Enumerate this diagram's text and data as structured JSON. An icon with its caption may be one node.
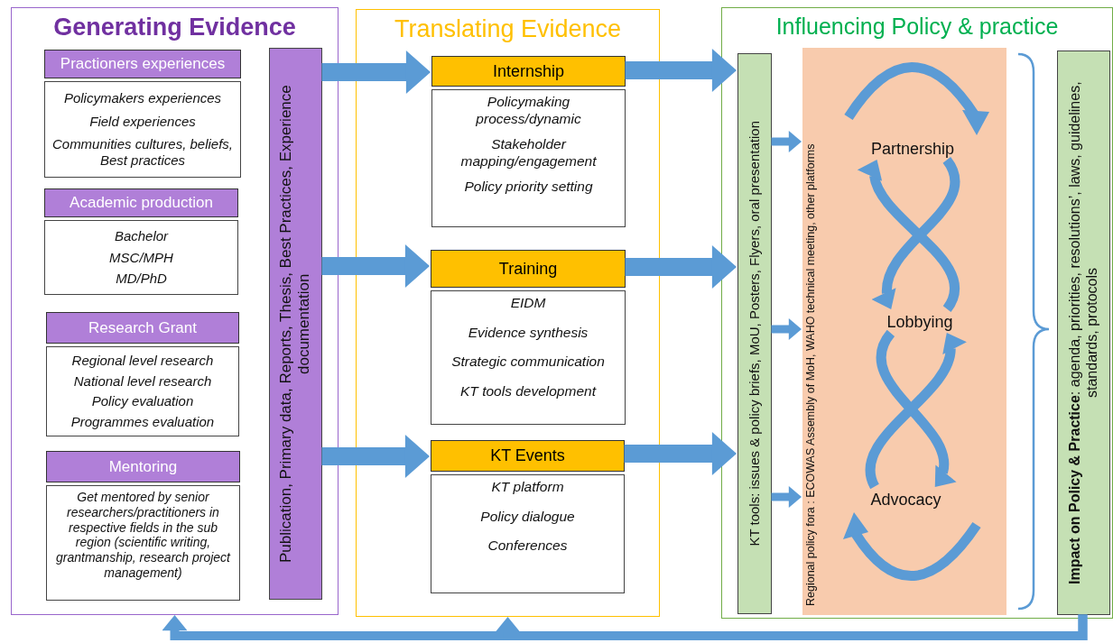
{
  "diagram": {
    "nodes": [
      {
        "text": [
          "Generating Evidence"
        ]
      },
      {
        "text": [
          "Practioners experiences",
          "Policymakers experiences",
          "Field experiences",
          "Communities cultures, beliefs, Best practices"
        ],
        "in": 0
      },
      {
        "text": [
          "Academic production",
          "Bachelor",
          "MSC/MPH",
          "MD/PhD"
        ],
        "in": 0
      },
      {
        "text": [
          "Research Grant",
          "Regional level research",
          "National level research",
          "Policy evaluation",
          "Programmes evaluation"
        ],
        "in": 0
      },
      {
        "text": [
          "Mentoring",
          "Get mentored by senior researchers/practitioners in respective fields in the sub region (scientific writing, grantmanship, research project management)"
        ],
        "in": 0
      },
      {
        "text": [
          "Publication, Primary data, Reports, Thesis, Best Practices, Experience documentation"
        ],
        "in": 0
      },
      {
        "text": [
          "Translating Evidence"
        ]
      },
      {
        "text": [
          "Internship",
          "Policymaking process/dynamic",
          "Stakeholder mapping/engagement",
          "Policy priority setting"
        ],
        "in": 6
      },
      {
        "text": [
          "Training",
          "EIDM",
          "Evidence synthesis",
          "Strategic communication",
          "KT tools development"
        ],
        "in": 6
      },
      {
        "text": [
          "KT Events",
          "KT platform",
          "Policy dialogue",
          "Conferences"
        ],
        "in": 6
      },
      {
        "text": [
          "Influencing Policy & practice"
        ]
      },
      {
        "text": [
          "KT tools: issues & policy  briefs, MoU, Posters, Flyers, oral presentation"
        ],
        "in": 10
      },
      {
        "text": [
          "Regional policy fora : ECOWAS Assembly of MoH, WAHO technical meeting, other platforms"
        ],
        "in": 10
      },
      {
        "text": [
          "Partnership"
        ],
        "in": 12
      },
      {
        "text": [
          "Lobbying"
        ],
        "in": 12
      },
      {
        "text": [
          "Advocacy"
        ],
        "in": 12
      },
      {
        "text": [
          "**Impact on Policy & Practice**: agenda, priorities, resolutions’, laws, guidelines, standards, protocols"
        ],
        "in": 10
      }
    ],
    "edges": [
      {
        "from": 5,
        "to": 7,
        "arrow": "to"
      },
      {
        "from": 5,
        "to": 8,
        "arrow": "to"
      },
      {
        "from": 5,
        "to": 9,
        "arrow": "to"
      },
      {
        "from": 7,
        "to": 11,
        "arrow": "to"
      },
      {
        "from": 8,
        "to": 11,
        "arrow": "to"
      },
      {
        "from": 9,
        "to": 11,
        "arrow": "to"
      },
      {
        "from": 11,
        "to": 12,
        "arrow": "to"
      },
      {
        "from": 11,
        "to": 12,
        "arrow": "to"
      },
      {
        "from": 11,
        "to": 12,
        "arrow": "to"
      },
      {
        "from": 13,
        "to": 14,
        "arrow": "to"
      },
      {
        "from": 14,
        "to": 13,
        "arrow": "to"
      },
      {
        "from": 14,
        "to": 15,
        "arrow": "to"
      },
      {
        "from": 15,
        "to": 14,
        "arrow": "to"
      },
      {
        "from": 16,
        "to": 0,
        "arrow": "to"
      },
      {
        "from": 16,
        "to": 6,
        "arrow": "to"
      }
    ]
  }
}
